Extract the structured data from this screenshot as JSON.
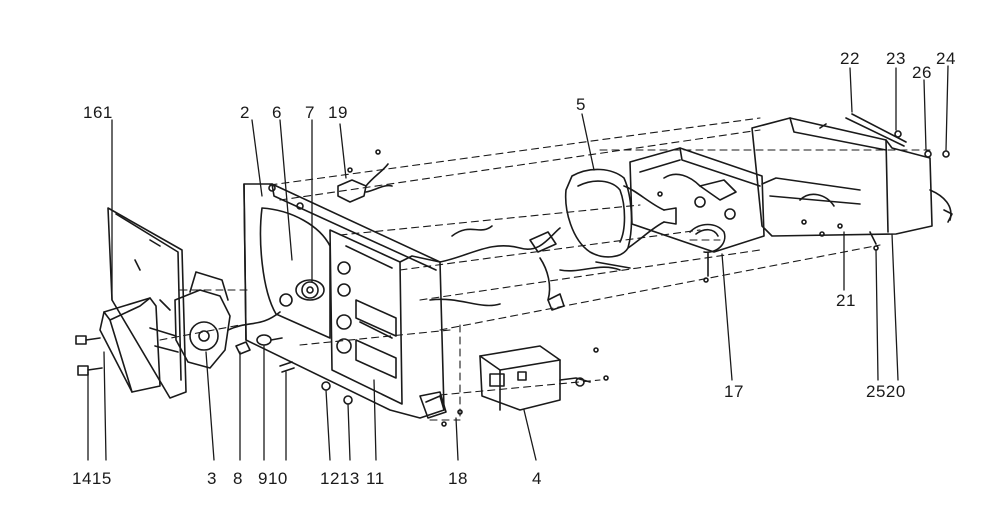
{
  "callouts": {
    "c16_1": "161",
    "c2": "2",
    "c6": "6",
    "c7": "7",
    "c19": "19",
    "c5": "5",
    "c22": "22",
    "c23": "23",
    "c26": "26",
    "c24": "24",
    "c21": "21",
    "c17": "17",
    "c25_20": "2520",
    "c14_15": "1415",
    "c3": "3",
    "c8": "8",
    "c9_10": "910",
    "c12_13": "1213",
    "c11": "11",
    "c18": "18",
    "c4": "4"
  },
  "colors": {
    "ink": "#1a1a1a",
    "paper": "#ffffff"
  }
}
